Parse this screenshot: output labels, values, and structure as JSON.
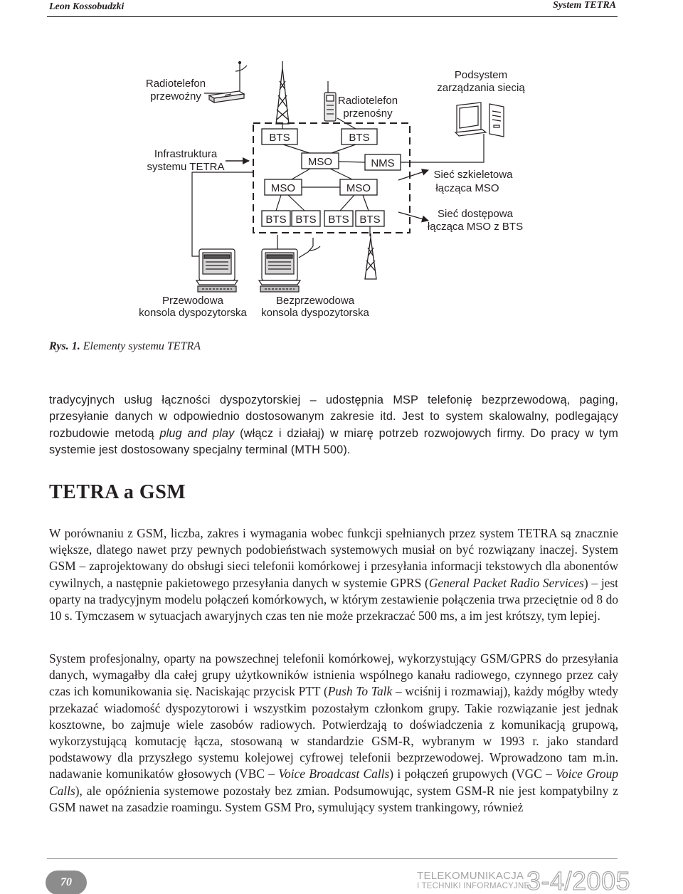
{
  "header": {
    "author": "Leon Kossobudzki",
    "title": "System TETRA"
  },
  "figure": {
    "labels": {
      "mobile_radio": [
        "Radiotelefon",
        "przewoźny"
      ],
      "portable_radio": [
        "Radiotelefon",
        "przenośny"
      ],
      "network_mgmt": [
        "Podsystem",
        "zarządzania siecią"
      ],
      "infrastructure": [
        "Infrastruktura",
        "systemu TETRA"
      ],
      "backbone": [
        "Sieć szkieletowa",
        "łącząca MSO"
      ],
      "access": [
        "Sieć dostępowa",
        "łącząca MSO z BTS"
      ],
      "wired_console": [
        "Przewodowa",
        "konsola dyspozytorska"
      ],
      "wireless_console": [
        "Bezprzewodowa",
        "konsola dyspozytorska"
      ]
    },
    "boxes": {
      "bts": "BTS",
      "mso": "MSO",
      "nms": "NMS"
    },
    "caption_prefix": "Rys. 1.",
    "caption_text": " Elementy systemu TETRA"
  },
  "paragraph1": "tradycyjnych usług łączności dyspozytorskiej – udostępnia MSP telefonię bezprzewodową, paging, przesyłanie danych w odpowiednio dostosowanym zakresie itd. Jest to system skalowalny, podlegający rozbudowie metodą plug and play (włącz i działaj) w miarę potrzeb rozwojowych firmy. Do pracy w tym systemie jest dostosowany specjalny terminal (MTH 500).",
  "section_title": "TETRA a GSM",
  "paragraph2": "W porównaniu z GSM, liczba, zakres i wymagania wobec funkcji spełnianych przez system TETRA są znacznie większe, dlatego nawet przy pewnych podobieństwach systemowych musiał on być rozwiązany inaczej. System GSM – zaprojektowany do obsługi sieci telefonii komórkowej i przesyłania informacji tekstowych dla abonentów cywilnych, a następnie pakietowego przesyłania danych w systemie GPRS (General Packet Radio Services) – jest oparty na tradycyjnym modelu połączeń komórkowych, w którym zestawienie połączenia trwa przeciętnie od 8 do 10 s. Tymczasem w sytuacjach awaryjnych czas ten nie może przekraczać 500 ms, a im jest krótszy, tym lepiej.",
  "paragraph3": "System profesjonalny, oparty na powszechnej telefonii komórkowej, wykorzystujący GSM/GPRS do przesyłania danych, wymagałby dla całej grupy użytkowników istnienia wspólnego kanału radiowego, czynnego przez cały czas ich komunikowania się. Naciskając przycisk PTT (Push To Talk – wciśnij i rozmawiaj), każdy mógłby wtedy przekazać wiadomość dyspozytorowi i wszystkim pozostałym członkom grupy. Takie rozwiązanie jest jednak kosztowne, bo zajmuje wiele zasobów radiowych. Potwierdzają to doświadczenia z komunikacją grupową, wykorzystującą komutację łącza, stosowaną w standardzie GSM-R, wybranym w 1993 r. jako standard podstawowy dla przyszłego systemu kolejowej cyfrowej telefonii bezprzewodowej. Wprowadzono tam m.in. nadawanie komunikatów głosowych (VBC – Voice Broadcast Calls) i połączeń grupowych (VGC – Voice Group Calls), ale opóźnienia systemowe pozostały bez zmian. Podsumowując, system GSM-R nie jest kompatybilny z GSM nawet na zasadzie roamingu. System GSM Pro, symulujący system trankingowy, również",
  "footer": {
    "page_number": "70",
    "journal_line1": "TELEKOMUNIKACJA",
    "journal_line2": "I TECHNIKI INFORMACYJNE",
    "issue": "3-4/2005"
  }
}
